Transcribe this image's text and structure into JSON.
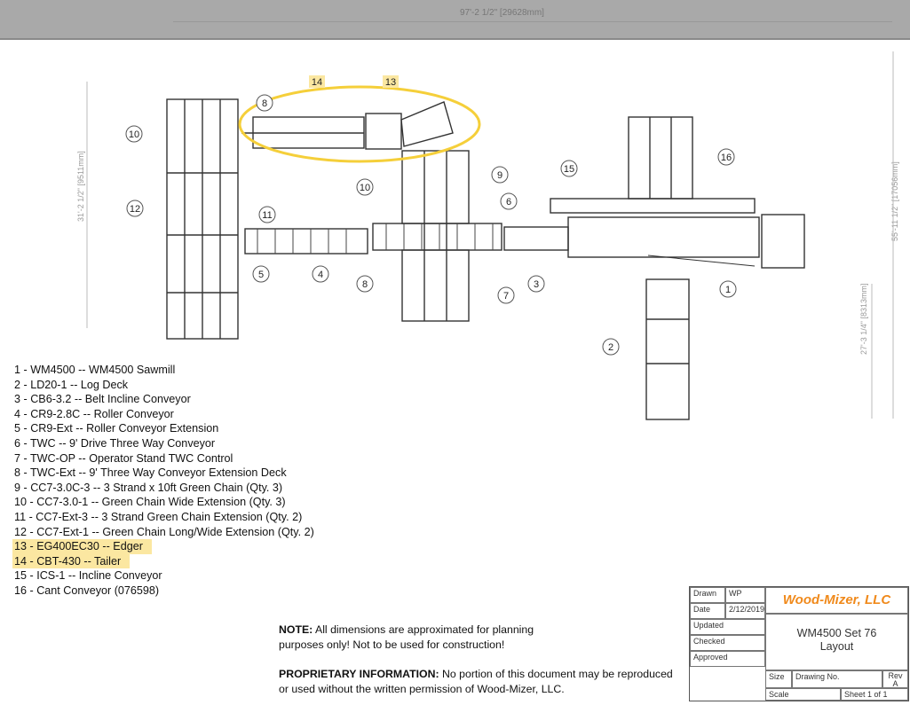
{
  "header": {
    "overall_dimension": "97'-2 1/2\" [29628mm]"
  },
  "dimensions": {
    "left": "31'-2 1/2\" [9511mm]",
    "right_total": "55'-11 1/2\" [17056mm]",
    "right_lower": "27'-3 1/4\" [8313mm]"
  },
  "callouts": [
    "10",
    "12",
    "8",
    "11",
    "5",
    "4",
    "8",
    "10",
    "9",
    "6",
    "7",
    "3",
    "15",
    "16",
    "1",
    "2",
    "14",
    "13"
  ],
  "legend": [
    "1 - WM4500 -- WM4500 Sawmill",
    "2 - LD20-1 -- Log Deck",
    "3 - CB6-3.2 -- Belt Incline Conveyor",
    "4 - CR9-2.8C -- Roller Conveyor",
    "5 - CR9-Ext -- Roller Conveyor Extension",
    "6 - TWC -- 9' Drive Three Way Conveyor",
    "7 - TWC-OP -- Operator Stand TWC Control",
    "8 - TWC-Ext -- 9' Three Way Conveyor Extension Deck",
    "9 - CC7-3.0C-3 -- 3 Strand x 10ft Green Chain (Qty. 3)",
    "10 - CC7-3.0-1 -- Green Chain Wide Extension (Qty. 3)",
    "11 - CC7-Ext-3 -- 3 Strand Green Chain Extension (Qty. 2)",
    "12 - CC7-Ext-1 -- Green Chain Long/Wide Extension (Qty. 2)",
    "13 - EG400EC30 -- Edger",
    "14 - CBT-430 -- Tailer",
    "15 - ICS-1 -- Incline Conveyor",
    "16 - Cant Conveyor (076598)"
  ],
  "notes": {
    "note_label": "NOTE:",
    "note_text": " All dimensions are approximated for planning purposes only! Not to be used for construction!",
    "prop_label": "PROPRIETARY INFORMATION:",
    "prop_text": " No portion of this document may be reproduced or used without the written permission of Wood-Mizer, LLC."
  },
  "title_block": {
    "drawn_label": "Drawn",
    "drawn": "WP",
    "date_label": "Date",
    "date": "2/12/2019",
    "updated_label": "Updated",
    "checked_label": "Checked",
    "approved_label": "Approved",
    "company": "Wood-Mizer, LLC",
    "title_line1": "WM4500 Set 76",
    "title_line2": "Layout",
    "size_label": "Size",
    "drawing_no_label": "Drawing No.",
    "rev_label": "Rev",
    "rev": "A",
    "scale_label": "Scale",
    "sheet": "Sheet 1 of 1"
  },
  "colors": {
    "highlight": "#fbe7a1",
    "ellipse": "#f5cf3a",
    "brand": "#f08a1c"
  }
}
